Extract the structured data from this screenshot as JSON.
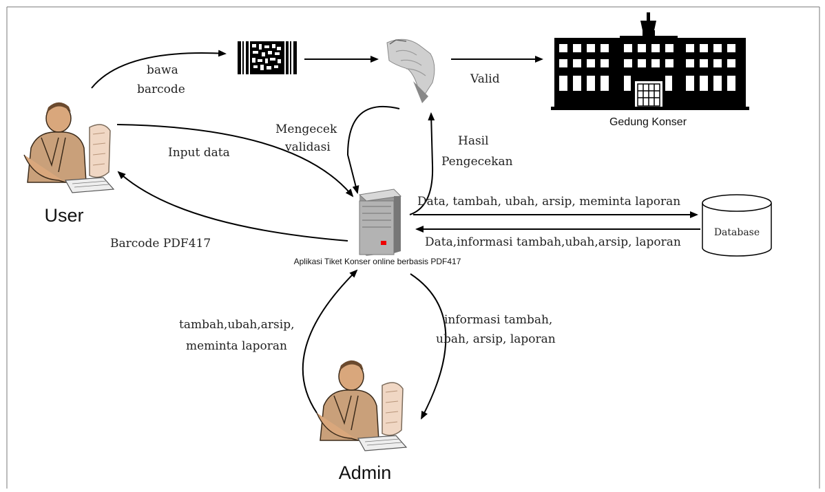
{
  "nodes": {
    "user": {
      "label": "User"
    },
    "admin": {
      "label": "Admin"
    },
    "server": {
      "label": "Aplikasi Tiket Konser online berbasis PDF417"
    },
    "database": {
      "label": "Database"
    },
    "building": {
      "label": "Gedung Konser"
    }
  },
  "edges": {
    "bawa_barcode": [
      "bawa",
      "barcode"
    ],
    "valid": "Valid",
    "input_data": "Input data",
    "mengecek": [
      "Mengecek",
      "validasi"
    ],
    "hasil": [
      "Hasil",
      "Pengecekan"
    ],
    "to_db": "Data, tambah, ubah, arsip, meminta laporan",
    "from_db": "Data,informasi tambah,ubah,arsip, laporan",
    "barcode_pdf417": "Barcode PDF417",
    "admin_to_server": [
      "tambah,ubah,arsip,",
      "meminta laporan"
    ],
    "server_to_admin": [
      "informasi tambah,",
      "ubah, arsip, laporan"
    ]
  },
  "icons": {
    "user": "person-at-computer-icon",
    "admin": "person-at-computer-icon",
    "server": "server-tower-icon",
    "database": "database-cylinder-icon",
    "barcode": "barcode-icon",
    "scanner": "hand-scanner-icon",
    "building": "concert-building-icon"
  }
}
